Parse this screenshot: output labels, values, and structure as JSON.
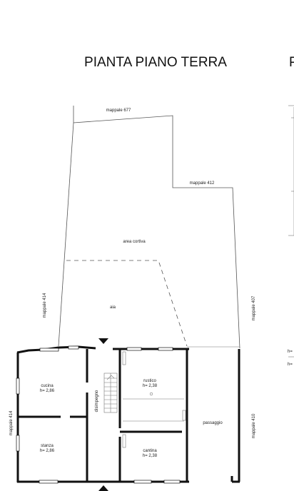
{
  "title": "PIANTA PIANO TERRA",
  "title_cut": "P",
  "margin_cut_1": "h=",
  "margin_cut_2": "h=",
  "parcels": {
    "north": "mappale 677",
    "northeast": "mappale 412",
    "west_upper": "mappale 414",
    "east_upper": "mappale 407",
    "west_lower": "mappale 414",
    "east_lower": "mappale 410"
  },
  "areas": {
    "courtyard": "area cortiva",
    "threshing_floor": "aia"
  },
  "rooms": {
    "kitchen": {
      "name": "cucina",
      "height": "h= 2,86"
    },
    "bedroom": {
      "name": "stanza",
      "height": "h= 2,86"
    },
    "hallway": {
      "name": "disimpegno"
    },
    "rustic": {
      "name": "rustico",
      "height": "h= 2,38"
    },
    "cellar": {
      "name": "cantina",
      "height": "h= 2,38"
    },
    "passage": {
      "name": "passaggio"
    }
  },
  "colors": {
    "walls": "#111111",
    "lines": "#555555",
    "text": "#222222"
  }
}
